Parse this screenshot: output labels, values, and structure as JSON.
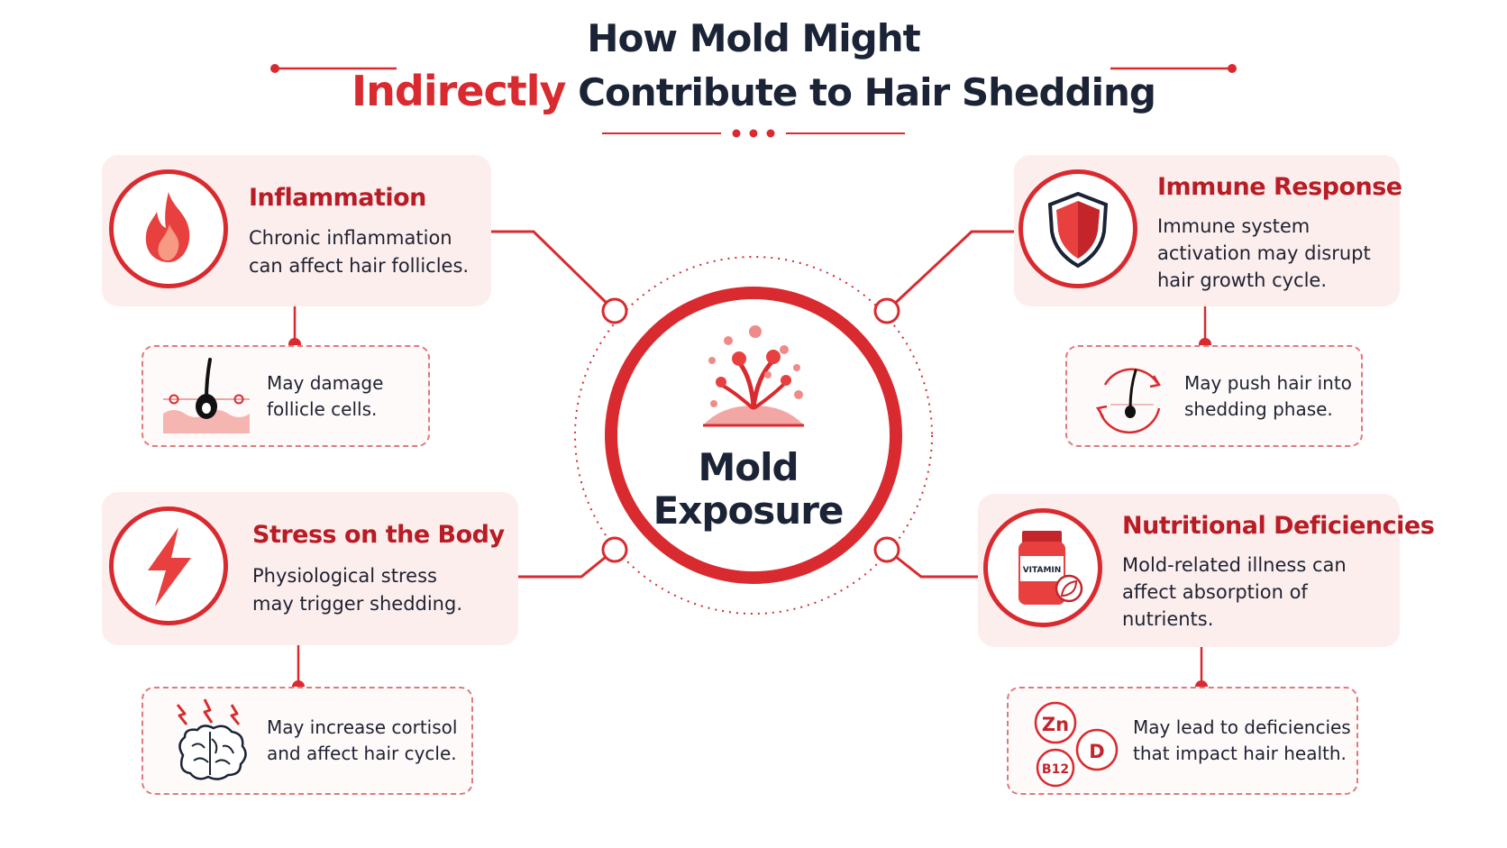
{
  "title": {
    "line1": "How Mold Might",
    "accent": "Indirectly",
    "line2_rest": " Contribute to Hair Shedding"
  },
  "center": {
    "line1": "Mold",
    "line2": "Exposure"
  },
  "cards": {
    "inflammation": {
      "title": "Inflammation",
      "line1": "Chronic inflammation",
      "line2": "can affect hair follicles.",
      "sub1": "May damage",
      "sub2": "follicle cells."
    },
    "immune": {
      "title": "Immune Response",
      "line1": "Immune system",
      "line2": "activation may disrupt",
      "line3": "hair growth cycle.",
      "sub1": "May push hair into",
      "sub2": "shedding phase."
    },
    "stress": {
      "title": "Stress on the Body",
      "line1": "Physiological stress",
      "line2": "may trigger shedding.",
      "sub1": "May increase cortisol",
      "sub2": "and affect hair cycle."
    },
    "nutrition": {
      "title": "Nutritional Deficiencies",
      "line1": "Mold-related illness can",
      "line2": "affect absorption of",
      "line3": "nutrients.",
      "sub1": "May lead to deficiencies",
      "sub2": "that impact hair health.",
      "bottle_label": "VITAMIN",
      "nutrient1": "Zn",
      "nutrient2": "D",
      "nutrient3": "B12"
    }
  },
  "icons": {
    "inflammation": "flame-icon",
    "immune": "shield-icon",
    "stress": "lightning-bolt-icon",
    "nutrition": "vitamin-bottle-icon",
    "follicle_damage": "hair-follicle-icon",
    "cycle": "hair-cycle-icon",
    "brain": "brain-icon",
    "mold": "mold-spores-icon"
  },
  "colors": {
    "accent": "#d92b2f",
    "title_dark": "#1b2336",
    "card_bg": "#fdeeee",
    "card_title": "#b81c24"
  }
}
